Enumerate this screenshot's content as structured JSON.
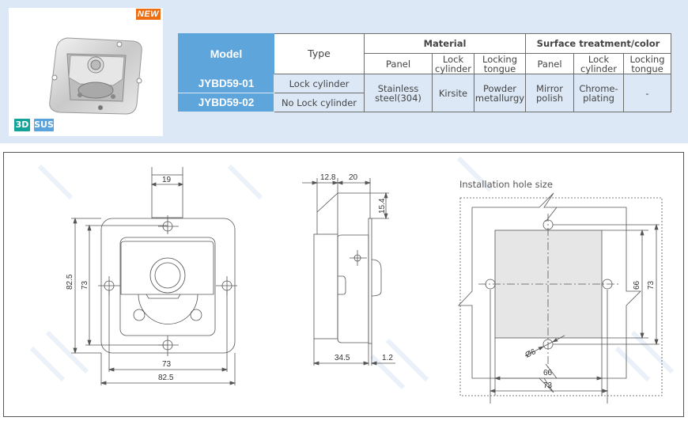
{
  "product": {
    "new_badge": "NEW",
    "tags": [
      "3D",
      "SUS"
    ],
    "image_alt": "paddle-latch-product-photo"
  },
  "spec_table": {
    "headers": {
      "model": "Model",
      "type": "Type",
      "material": "Material",
      "surface": "Surface treatment/color",
      "material_sub": [
        "Panel",
        "Lock cylinder",
        "Locking tongue"
      ],
      "surface_sub": [
        "Panel",
        "Lock cylinder",
        "Locking tongue"
      ]
    },
    "rows": [
      {
        "model": "JYBD59-01",
        "type": "Lock cylinder"
      },
      {
        "model": "JYBD59-02",
        "type": "No Lock cylinder"
      }
    ],
    "shared": {
      "material_panel": "Stainless steel(304)",
      "material_lock_cylinder": "Kirsite",
      "material_locking_tongue": "Powder metallurgy",
      "surface_panel": "Mirror polish",
      "surface_lock_cylinder": "Chrome-plating",
      "surface_locking_tongue": "-"
    }
  },
  "drawing": {
    "front_view": {
      "tongue_width": "19",
      "outer_height": "82.5",
      "hole_height": "73",
      "hole_width": "73",
      "outer_width": "82.5"
    },
    "side_view": {
      "top_a": "12.8",
      "top_b": "20",
      "tongue_offset": "15.4",
      "depth": "34.5",
      "plate_thickness": "1.2"
    },
    "installation": {
      "label": "Installation hole size",
      "cutout_width": "66",
      "hole_pitch_width": "73",
      "cutout_height": "66",
      "hole_pitch_height": "73",
      "hole_diameter": "Ø6"
    }
  },
  "colors": {
    "band": "#dde8f6",
    "model_header": "#5ea5dc",
    "new_badge": "#ee6d10",
    "tag_3d": "#14a398",
    "tag_sus": "#5aa3dc"
  }
}
